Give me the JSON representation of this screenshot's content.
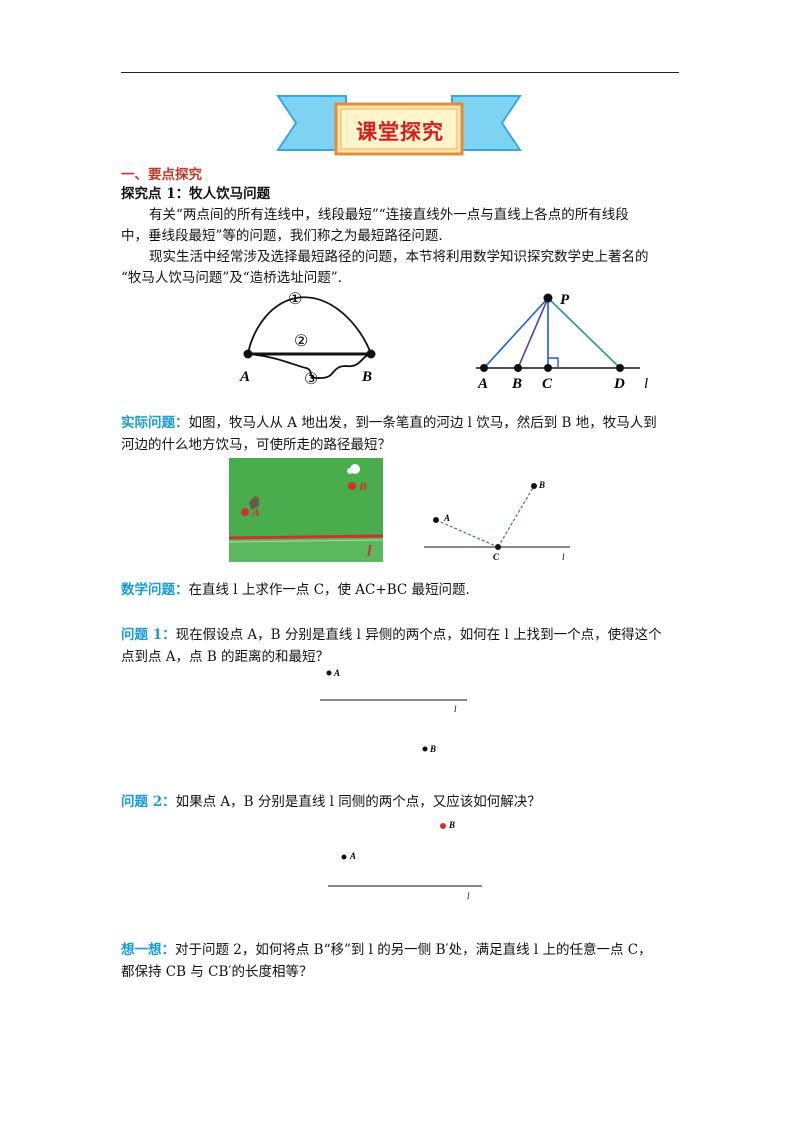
{
  "banner": {
    "title": "课堂探究"
  },
  "section": {
    "heading": "一、要点探究"
  },
  "point1": {
    "title": "探究点 1：牧人饮马问题",
    "para1_line1": "有关“两点间的所有连线中，线段最短”“连接直线外一点与直线上各点的所有线段",
    "para1_line2": "中，垂线段最短”等的问题，我们称之为最短路径问题.",
    "para2_line1": "现实生活中经常涉及选择最短路径的问题，本节将利用数学知识探究数学史上著名的",
    "para2_line2": "“牧马人饮马问题”及“造桥选址问题”."
  },
  "figure1": {
    "label_a": "A",
    "label_b": "B",
    "path1": "①",
    "path2": "②",
    "path3": "③"
  },
  "figure2": {
    "label_p": "P",
    "label_a": "A",
    "label_b": "B",
    "label_c": "C",
    "label_d": "D",
    "label_l": "l"
  },
  "practical": {
    "label": "实际问题：",
    "line1": "如图，牧马人从 A 地出发，到一条笔直的河边 l 饮马，然后到 B 地，牧马人到",
    "line2": "河边的什么地方饮马，可使所走的路径最短？"
  },
  "figure3": {
    "label_a": "A",
    "label_b": "B",
    "label_l": "l"
  },
  "figure4": {
    "label_a": "A",
    "label_b": "B",
    "label_c": "C",
    "label_l": "l"
  },
  "math_problem": {
    "label": "数学问题：",
    "text": "在直线 l 上求作一点 C，使 AC+BC 最短问题."
  },
  "question1": {
    "label": "问题 1：",
    "line1": "现在假设点 A，B 分别是直线 l 异侧的两个点，如何在 l 上找到一个点，使得这个",
    "line2": "点到点 A，点 B 的距离的和最短？",
    "label_a": "A",
    "label_b": "B",
    "label_l": "l"
  },
  "question2": {
    "label": "问题 2：",
    "text": "如果点 A，B 分别是直线 l 同侧的两个点，又应该如何解决？",
    "label_a": "A",
    "label_b": "B",
    "label_l": "l"
  },
  "think": {
    "label": "想一想：",
    "line1": "对于问题 2，如何将点 B“移”到 l 的另一侧 B′处，满足直线 l 上的任意一点 C，",
    "line2": "都保持 CB 与 CB′的长度相等？"
  },
  "colors": {
    "accent_red": "#c0392b",
    "accent_blue": "#1a9bd6",
    "grass": "#4caf50",
    "river": "#d32f2f"
  }
}
